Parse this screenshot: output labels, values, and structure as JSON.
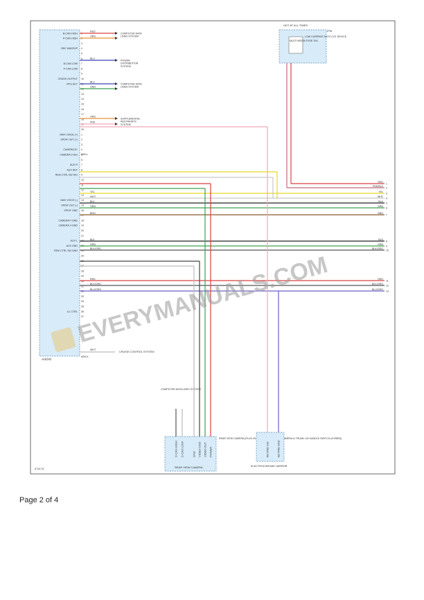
{
  "diagram": {
    "figure_code": "675176",
    "audio_label": "AUDIO",
    "ipm": {
      "hot_label": "HOT AT ALL TIMES",
      "module_label": "IPM",
      "fuse_label": "MULTI MEDIA FUSE 10A",
      "desc": "LOW CURRENT AUTO CUT DEVICE"
    },
    "audio_pins": [
      {
        "n": "1",
        "label": "B-CAN HIGH"
      },
      {
        "n": "2",
        "label": "P-CAN HIGH"
      },
      {
        "n": "3",
        "label": ""
      },
      {
        "n": "4",
        "label": "OBC WAKEUP"
      },
      {
        "n": "5",
        "label": ""
      },
      {
        "n": "6",
        "label": ""
      },
      {
        "n": "7",
        "label": "B-CAN LOW"
      },
      {
        "n": "8",
        "label": "P-CAN LOW"
      },
      {
        "n": "9",
        "label": ""
      },
      {
        "n": "10",
        "label": "CRASH OUTPUT"
      },
      {
        "n": "11",
        "label": "MTS KEY"
      },
      {
        "n": "12",
        "label": ""
      },
      {
        "n": "13",
        "label": ""
      },
      {
        "n": "14",
        "label": ""
      },
      {
        "n": "15",
        "label": ""
      },
      {
        "n": "16",
        "label": ""
      },
      {
        "n": "17",
        "label": ""
      },
      {
        "n": "18",
        "label": ""
      },
      {
        "n": "19",
        "label": ""
      },
      {
        "n": "20",
        "label": ""
      },
      {
        "n": "1",
        "label": "NAVI VOICE (+)"
      },
      {
        "n": "2",
        "label": "SPDIF OUT (+)"
      },
      {
        "n": "3",
        "label": ""
      },
      {
        "n": "4",
        "label": "CAMERA B+"
      },
      {
        "n": "5",
        "label": "CAMERA V-SIG"
      },
      {
        "n": "6",
        "label": ""
      },
      {
        "n": "7",
        "label": "AUX R"
      },
      {
        "n": "8",
        "label": "AUX DET"
      },
      {
        "n": "9",
        "label": "REM CTRL SW SIG"
      },
      {
        "n": "10",
        "label": ""
      },
      {
        "n": "11",
        "label": ""
      },
      {
        "n": "12",
        "label": ""
      },
      {
        "n": "13",
        "label": ""
      },
      {
        "n": "14",
        "label": "NAVI VOICE (-)"
      },
      {
        "n": "15",
        "label": "SPDIF OUT (-)"
      },
      {
        "n": "16",
        "label": "SPDIF GND"
      },
      {
        "n": "17",
        "label": ""
      },
      {
        "n": "18",
        "label": "CAMERA P-GND"
      },
      {
        "n": "19",
        "label": "CAMERA V-GND"
      },
      {
        "n": "20",
        "label": ""
      },
      {
        "n": "21",
        "label": ""
      },
      {
        "n": "22",
        "label": "AUX L"
      },
      {
        "n": "23",
        "label": "AUX GND"
      },
      {
        "n": "24",
        "label": "REM CTRL SW GND"
      },
      {
        "n": "25",
        "label": ""
      },
      {
        "n": "26",
        "label": ""
      },
      {
        "n": "27",
        "label": ""
      },
      {
        "n": "28",
        "label": ""
      },
      {
        "n": "29",
        "label": ""
      },
      {
        "n": "30",
        "label": ""
      },
      {
        "n": "31",
        "label": ""
      },
      {
        "n": "32",
        "label": ""
      },
      {
        "n": "33",
        "label": ""
      },
      {
        "n": "34",
        "label": ""
      },
      {
        "n": "35",
        "label": ""
      },
      {
        "n": "36",
        "label": "ILL CTRL"
      },
      {
        "n": "37",
        "label": ""
      }
    ],
    "connectors": [
      "M09-L",
      "M09-K"
    ],
    "upper_wires": [
      {
        "color": "RED",
        "hex": "#d94040",
        "dest": "COMPUTER DATA LINES SYSTEM"
      },
      {
        "color": "ORG",
        "hex": "#e8923a",
        "dest": ""
      },
      {
        "color": "BLU",
        "hex": "#3a45b8",
        "dest": "POWER DISTRIBUTION SYSTEM"
      },
      {
        "color": "BLU",
        "hex": "#3a45b8",
        "dest": "COMPUTER DATA LINES SYSTEM"
      },
      {
        "color": "GRN",
        "hex": "#3aa050",
        "dest": ""
      },
      {
        "color": "ORG",
        "hex": "#e8923a",
        "dest": "SUPPLEMENTAL RESTRAINTS SYSTEM"
      },
      {
        "color": "PNK",
        "hex": "#f2a8b8",
        "dest": ""
      }
    ],
    "right_wires": [
      {
        "color": "RED",
        "hex": "#d94040",
        "pin": "1"
      },
      {
        "color": "PNK/BLK",
        "hex": "#c06a7c",
        "pin": "2"
      },
      {
        "color": "YEL",
        "hex": "#e8d820",
        "pin": "3"
      },
      {
        "color": "WHT",
        "hex": "#c8c8c8",
        "pin": "4"
      },
      {
        "color": "BLK",
        "hex": "#222222",
        "pin": "5"
      },
      {
        "color": "GRN",
        "hex": "#3aa050",
        "pin": "6"
      },
      {
        "color": "BRN",
        "hex": "#8a5a2a",
        "pin": "7"
      },
      {
        "color": "BLK",
        "hex": "#222222",
        "pin": "8"
      },
      {
        "color": "GRN",
        "hex": "#3aa050",
        "pin": "9"
      },
      {
        "color": "BLK/ORG",
        "hex": "#555555",
        "pin": "10"
      },
      {
        "color": "RED",
        "hex": "#d94040",
        "pin": "11"
      },
      {
        "color": "BLK/ORG",
        "hex": "#555555",
        "pin": "12"
      },
      {
        "color": "BLU/ORG",
        "hex": "#6a60c8",
        "pin": "13"
      }
    ],
    "cruise_wire": {
      "color": "WHT",
      "dest": "CRUISE CONTROL SYSTEM"
    },
    "camera": {
      "name": "REAR VIEW CAMERA (PLUG-IN HYBRID) REAR VIEW CAMERA & TRUNK LID HANDLE SWITCH (HYBRID)",
      "box_label": "REAR VIEW CAMERA",
      "pins": [
        "C-CAN HIGH",
        "C-CAN LOW",
        "GND",
        "VIDEO GND",
        "VIDEO OUT",
        "POWER"
      ],
      "cdl_label": "COMPUTER DATA LINES SYSTEM"
    },
    "mirror": {
      "name": "ELECTROCHROMIC MIRROR",
      "pins": [
        "KEYPAD SIG",
        "KEYPAD GND"
      ]
    },
    "watermark": "EVERYMANUALS.COM"
  },
  "footer": {
    "page_label": "Page 2 of 4"
  }
}
